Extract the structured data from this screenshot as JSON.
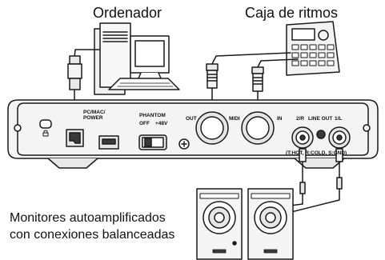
{
  "labels": {
    "computer": "Ordenador",
    "drum_machine": "Caja de ritmos",
    "monitors_line1": "Monitores autoamplificados",
    "monitors_line2": "con conexiones balanceadas"
  },
  "panel": {
    "usb_port": "PC/MAC/\nPOWER",
    "usb_port_l1": "PC/MAC/",
    "usb_port_l2": "POWER",
    "phantom": "PHANTOM",
    "phantom_off": "OFF",
    "phantom_on": "+48V",
    "midi": "MIDI",
    "midi_out": "OUT",
    "midi_in": "IN",
    "line_out": "LINE OUT",
    "line_out_2r": "2/R",
    "line_out_1l": "1/L",
    "polarity": "(T:HOT, R:COLD, S:GND)"
  },
  "colors": {
    "line": "#1a1a1a",
    "panel_fill": "#f4f4f4",
    "port_fill": "#e6e6e6",
    "dark_fill": "#3a3a3a"
  }
}
